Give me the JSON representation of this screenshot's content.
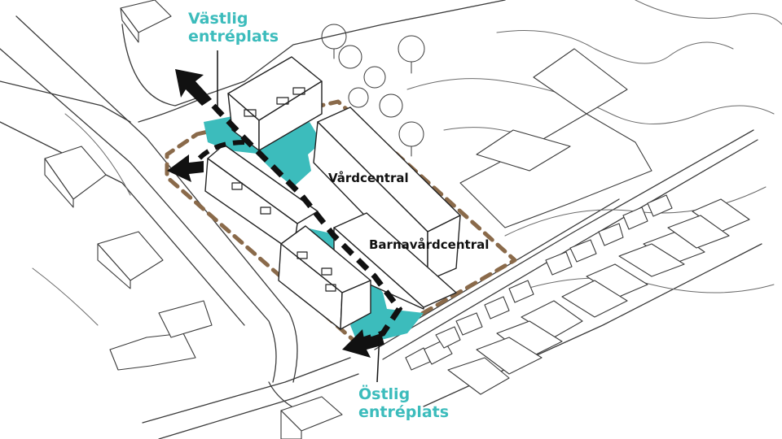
{
  "labels": {
    "west_line1": "Västlig",
    "west_line2": "entréplats",
    "east_line1": "Östlig",
    "east_line2": "entréplats",
    "vardcentral": "Vårdcentral",
    "barnavardcentral": "Barnavårdcentral"
  },
  "colors": {
    "entrance_text": "#3cbcbc",
    "courtyard": "#3cbcbc",
    "site_boundary": "#8a6a4a",
    "path_arrows": "#111111",
    "linework": "#333333"
  }
}
